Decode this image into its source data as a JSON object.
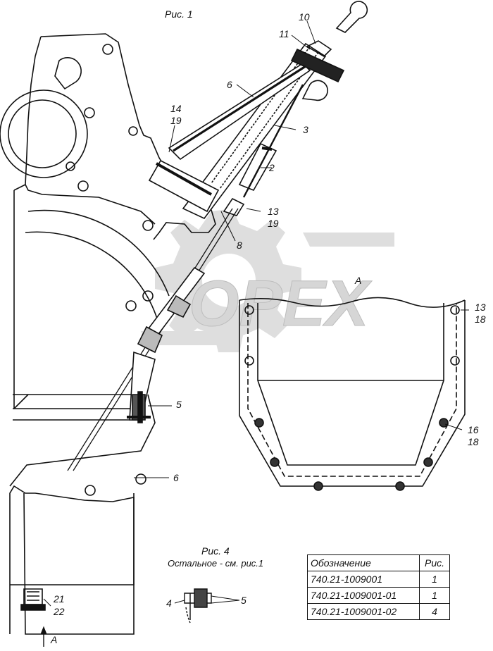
{
  "figures": {
    "fig1_title": "Рис. 1",
    "fig4_title": "Рис. 4",
    "fig4_note": "Остальное - см. рис.1"
  },
  "view_label": "А",
  "arrow_label": "А",
  "watermark": "OPEX",
  "callouts": {
    "c10": "10",
    "c11": "11",
    "c6_top": "6",
    "c3": "3",
    "c14": "14",
    "c19_a": "19",
    "c2": "2",
    "c13_a": "13",
    "c19_b": "19",
    "c8": "8",
    "c5_main": "5",
    "c6_bottom": "6",
    "c21": "21",
    "c22": "22",
    "c13_b": "13",
    "c18_a": "18",
    "c16": "16",
    "c18_b": "18",
    "c4_fig4": "4",
    "c5_fig4": "5"
  },
  "table": {
    "headers": [
      "Обозначение",
      "Рис."
    ],
    "rows": [
      [
        "740.21-1009001",
        "1"
      ],
      [
        "740.21-1009001-01",
        "1"
      ],
      [
        "740.21-1009001-02",
        "4"
      ]
    ]
  },
  "colors": {
    "ink": "#111111",
    "watermark": "#d9d9d9"
  }
}
